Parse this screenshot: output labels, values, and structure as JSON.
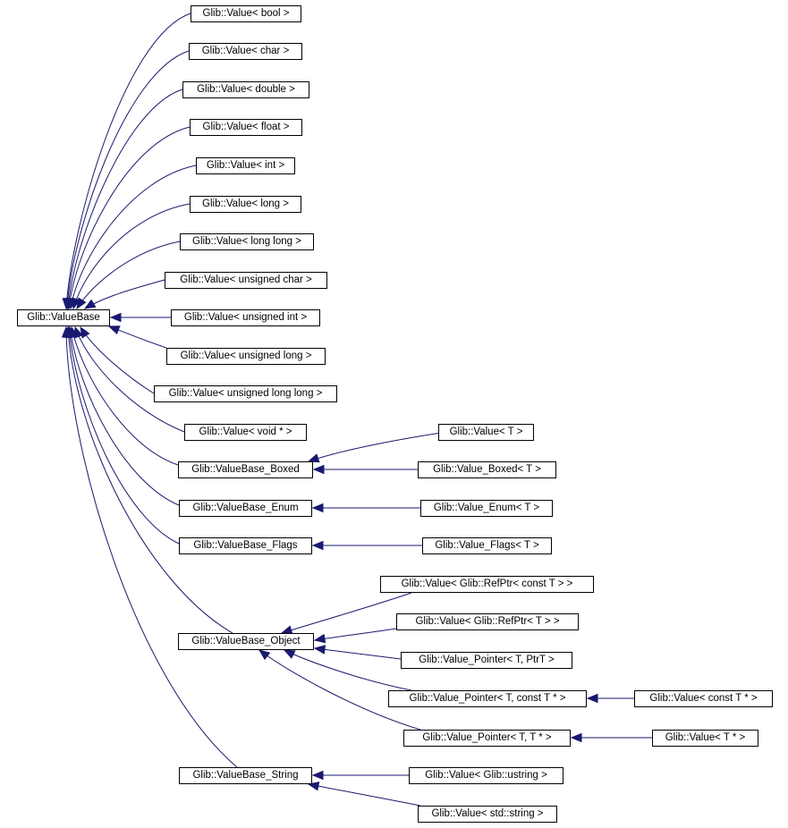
{
  "colors": {
    "edge": "#191970",
    "box_border": "#000000",
    "text": "#000000",
    "background": "#ffffff"
  },
  "nodes": {
    "valuebase": "Glib::ValueBase",
    "value_bool": "Glib::Value< bool >",
    "value_char": "Glib::Value< char >",
    "value_double": "Glib::Value< double >",
    "value_float": "Glib::Value< float >",
    "value_int": "Glib::Value< int >",
    "value_long": "Glib::Value< long >",
    "value_long_long": "Glib::Value< long long >",
    "value_uchar": "Glib::Value< unsigned char >",
    "value_uint": "Glib::Value< unsigned int >",
    "value_ulong": "Glib::Value< unsigned long >",
    "value_ulong_long": "Glib::Value< unsigned long long >",
    "value_void_ptr": "Glib::Value< void * >",
    "valuebase_boxed": "Glib::ValueBase_Boxed",
    "value_t": "Glib::Value< T >",
    "value_boxed_t": "Glib::Value_Boxed< T >",
    "valuebase_enum": "Glib::ValueBase_Enum",
    "value_enum_t": "Glib::Value_Enum< T >",
    "valuebase_flags": "Glib::ValueBase_Flags",
    "value_flags_t": "Glib::Value_Flags< T >",
    "value_refptr_const_t": "Glib::Value< Glib::RefPtr< const T > >",
    "valuebase_object": "Glib::ValueBase_Object",
    "value_refptr_t": "Glib::Value< Glib::RefPtr< T > >",
    "value_pointer_t_ptrt": "Glib::Value_Pointer< T, PtrT >",
    "value_pointer_t_const_t_ptr": "Glib::Value_Pointer< T, const T * >",
    "value_const_t_ptr": "Glib::Value< const T * >",
    "value_pointer_t_t_ptr": "Glib::Value_Pointer< T, T * >",
    "value_t_ptr": "Glib::Value< T * >",
    "valuebase_string": "Glib::ValueBase_String",
    "value_ustring": "Glib::Value< Glib::ustring >",
    "value_std_string": "Glib::Value< std::string >"
  }
}
